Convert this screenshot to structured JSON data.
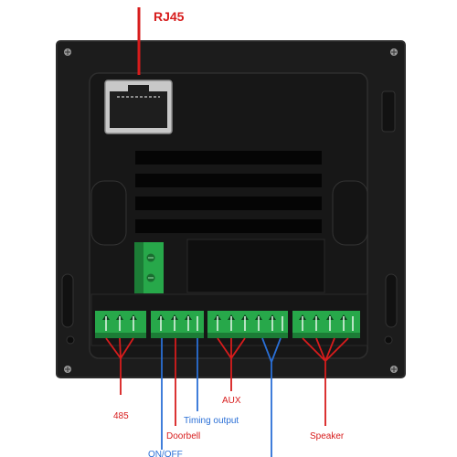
{
  "labels": {
    "rj45": "RJ45",
    "rs485": "485",
    "doorbell": "Doorbell",
    "onoff": "ON/OFF",
    "timing_output": "Timing output",
    "aux": "AUX",
    "speaker": "Speaker"
  },
  "colors": {
    "panel": "#1c1c1c",
    "panel_edge": "#2b2b2b",
    "slot": "#050505",
    "terminal": "#27a84a",
    "terminal_dark": "#1c7c36",
    "callout_red": "#d71c1c",
    "callout_blue": "#2a6fd6",
    "connector_metal": "#b9b9b9"
  }
}
